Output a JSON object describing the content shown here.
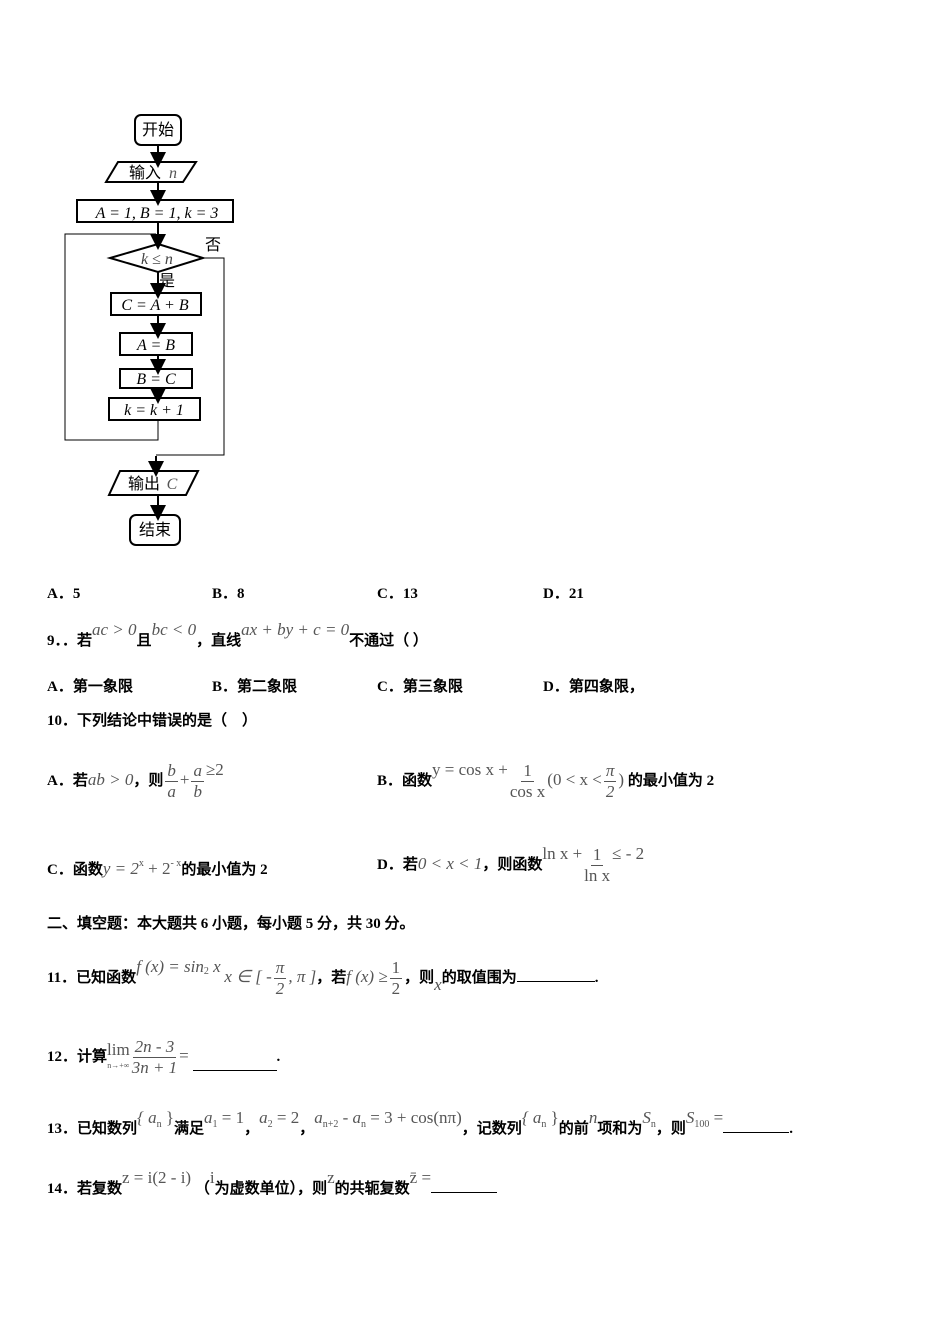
{
  "flowchart": {
    "start": "开始",
    "input": "输入",
    "input_var": "n",
    "init": "A = 1, B = 1, k = 3",
    "condition": "k ≤ n",
    "no": "否",
    "yes": "是",
    "step1": "C = A + B",
    "step2": "A = B",
    "step3": "B = C",
    "step4": "k = k + 1",
    "output": "输出",
    "output_var": "C",
    "end": "结束"
  },
  "q8_options": [
    "A．5",
    "B．8",
    "C．13",
    "D．21"
  ],
  "q9": {
    "num": "9．．若",
    "m1": "ac > 0",
    "t1": "且",
    "m2": "bc < 0",
    "t2": "，直线",
    "m3": "ax + by + c = 0",
    "t3": "不通过（ ）",
    "options": [
      "A．第一象限",
      "B．第二象限",
      "C．第三象限",
      "D．第四象限，"
    ]
  },
  "q10": {
    "stem": "10．下列结论中错误的是（　）",
    "a": {
      "label": "A．若",
      "m1": "ab > 0",
      "t1": "，则",
      "f1n": "b",
      "f1d": "a",
      "plus": "+",
      "f2n": "a",
      "f2d": "b",
      "tail": "≥2"
    },
    "b": {
      "label": "B．函数",
      "m1": "y = cos x +",
      "fn": "1",
      "fd": "cos x",
      "m2": "(0 < x <",
      "pn": "π",
      "pd": "2",
      "m3": ")",
      "tail": "的最小值为 2"
    },
    "c": {
      "label": "C．函数",
      "m1": "y = 2",
      "e1": "x",
      "m2": " + 2",
      "e2": "- x",
      "tail": "的最小值为 2"
    },
    "d": {
      "label": "D．若",
      "m1": "0 < x < 1",
      "t1": "，则函数",
      "m2": "ln x +",
      "fn": "1",
      "fd": "ln x",
      "tail": "≤ - 2"
    }
  },
  "section2": "二、填空题：本大题共 6 小题，每小题 5 分，共 30 分。",
  "q11": {
    "num": "11．已知函数",
    "m1": "f (x) = sin",
    "e1": "2",
    "m2": " x",
    "m3": "x ∈ [ -",
    "pn": "π",
    "pd": "2",
    "m4": ", π ]",
    "t1": "，若",
    "m5": "f (x) ≥",
    "hn": "1",
    "hd": "2",
    "t2": "，则",
    "m6": "x",
    "t3": "的取值围为",
    "end": "."
  },
  "q12": {
    "num": "12．计算",
    "lim": "lim",
    "limsub": "n→+∞",
    "fn": "2n - 3",
    "fd": "3n + 1",
    "eq": "=",
    "end": "."
  },
  "q13": {
    "num": "13．已知数列",
    "m1": "{ a",
    "s1": "n",
    "m1b": " }",
    "t1": "满足",
    "m2": "a",
    "s2": "1",
    "m2b": " = 1",
    "c1": "，",
    "m3": "a",
    "s3": "2",
    "m3b": " = 2",
    "c2": "，",
    "m4": "a",
    "s4": "n+2",
    "m4b": " - a",
    "s4b": "n",
    "m4c": " = 3 + cos(nπ)",
    "t2": "，记数列",
    "t3": "的前",
    "m5": "n",
    "t4": "项和为",
    "m6": "S",
    "s6": "n",
    "t5": "，则",
    "m7": "S",
    "s7": "100",
    "m7b": " =",
    "end": "."
  },
  "q14": {
    "num": "14．若复数",
    "m1": "z = i(2 - i)",
    "t1": "（",
    "m2": "i",
    "t2": "为虚数单位），则",
    "m3": "z",
    "t3": "的共轭复数",
    "m4": "z̄ ="
  }
}
